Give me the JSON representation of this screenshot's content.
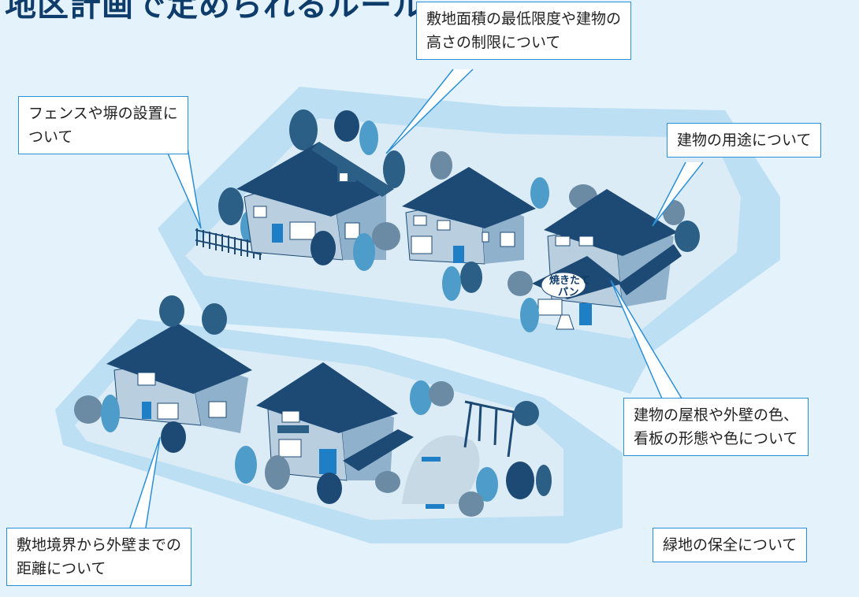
{
  "title": "地区計画で定められるルール",
  "callouts": {
    "lot_area": {
      "line1": "敷地面積の最低限度や建物の",
      "line2": "高さの制限について"
    },
    "fence": {
      "line1": "フェンスや塀の設置に",
      "line2": "ついて"
    },
    "use": {
      "line1": "建物の用途について"
    },
    "color": {
      "line1": "建物の屋根や外壁の色、",
      "line2": "看板の形態や色について"
    },
    "setback": {
      "line1": "敷地境界から外壁までの",
      "line2": "距離について"
    },
    "green": {
      "line1": "緑地の保全について"
    }
  },
  "shop_sign": {
    "line1": "焼きたて",
    "line2": "パン"
  },
  "colors": {
    "background": "#e3f2fb",
    "ground": "#b9dcf2",
    "roof": "#1c4a74",
    "wall": "#b9cfe0",
    "callout_border": "#2b8fd6"
  }
}
